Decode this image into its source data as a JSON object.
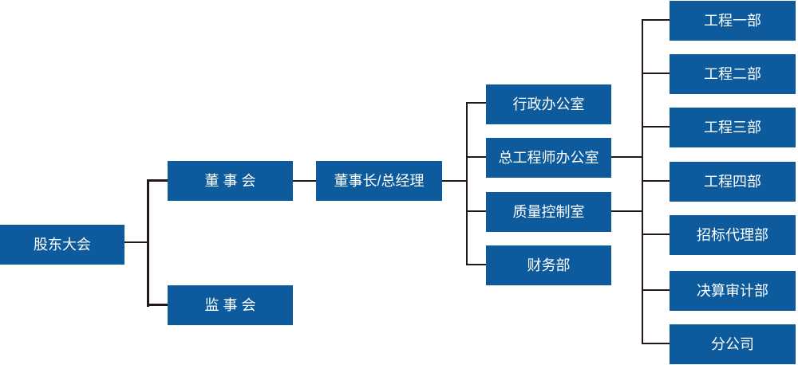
{
  "diagram": {
    "type": "org-chart",
    "colors": {
      "node_fill": "#0d5a9c",
      "node_text": "#ffffff",
      "connector_line": "#231815",
      "background": "#ffffff"
    },
    "nodes": {
      "shareholders": "股东大会",
      "board": "董 事 会",
      "supervisory": "监 事 会",
      "chairman_gm": "董事长/总经理",
      "admin_office": "行政办公室",
      "chief_engineer_office": "总工程师办公室",
      "quality_control": "质量控制室",
      "finance": "财务部",
      "eng1": "工程一部",
      "eng2": "工程二部",
      "eng3": "工程三部",
      "eng4": "工程四部",
      "bidding_agency": "招标代理部",
      "final_audit": "决算审计部",
      "branch_company": "分公司"
    },
    "edges": [
      [
        "shareholders",
        "board"
      ],
      [
        "shareholders",
        "supervisory"
      ],
      [
        "board",
        "chairman_gm"
      ],
      [
        "chairman_gm",
        "admin_office"
      ],
      [
        "chairman_gm",
        "chief_engineer_office"
      ],
      [
        "chairman_gm",
        "quality_control"
      ],
      [
        "chairman_gm",
        "finance"
      ]
    ],
    "department_trunk": {
      "connected_from": [
        "chief_engineer_office",
        "quality_control"
      ],
      "connected_to": [
        "eng1",
        "eng2",
        "eng3",
        "eng4",
        "bidding_agency",
        "final_audit",
        "branch_company"
      ]
    }
  }
}
